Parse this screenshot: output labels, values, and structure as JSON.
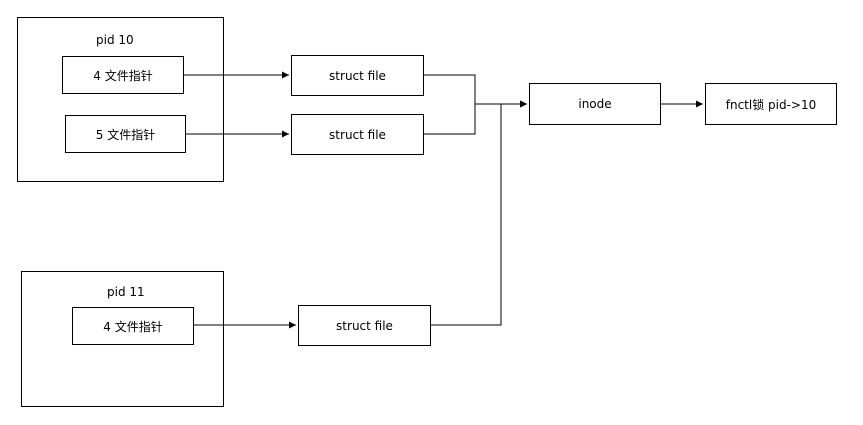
{
  "process_a": {
    "title": "pid 10",
    "fds": [
      "4  文件指针",
      "5  文件指针"
    ]
  },
  "process_b": {
    "title": "pid 11",
    "fds": [
      "4  文件指针"
    ]
  },
  "struct_files": [
    "struct file",
    "struct file",
    "struct file"
  ],
  "inode": "inode",
  "lock": "fnctl锁  pid->10"
}
